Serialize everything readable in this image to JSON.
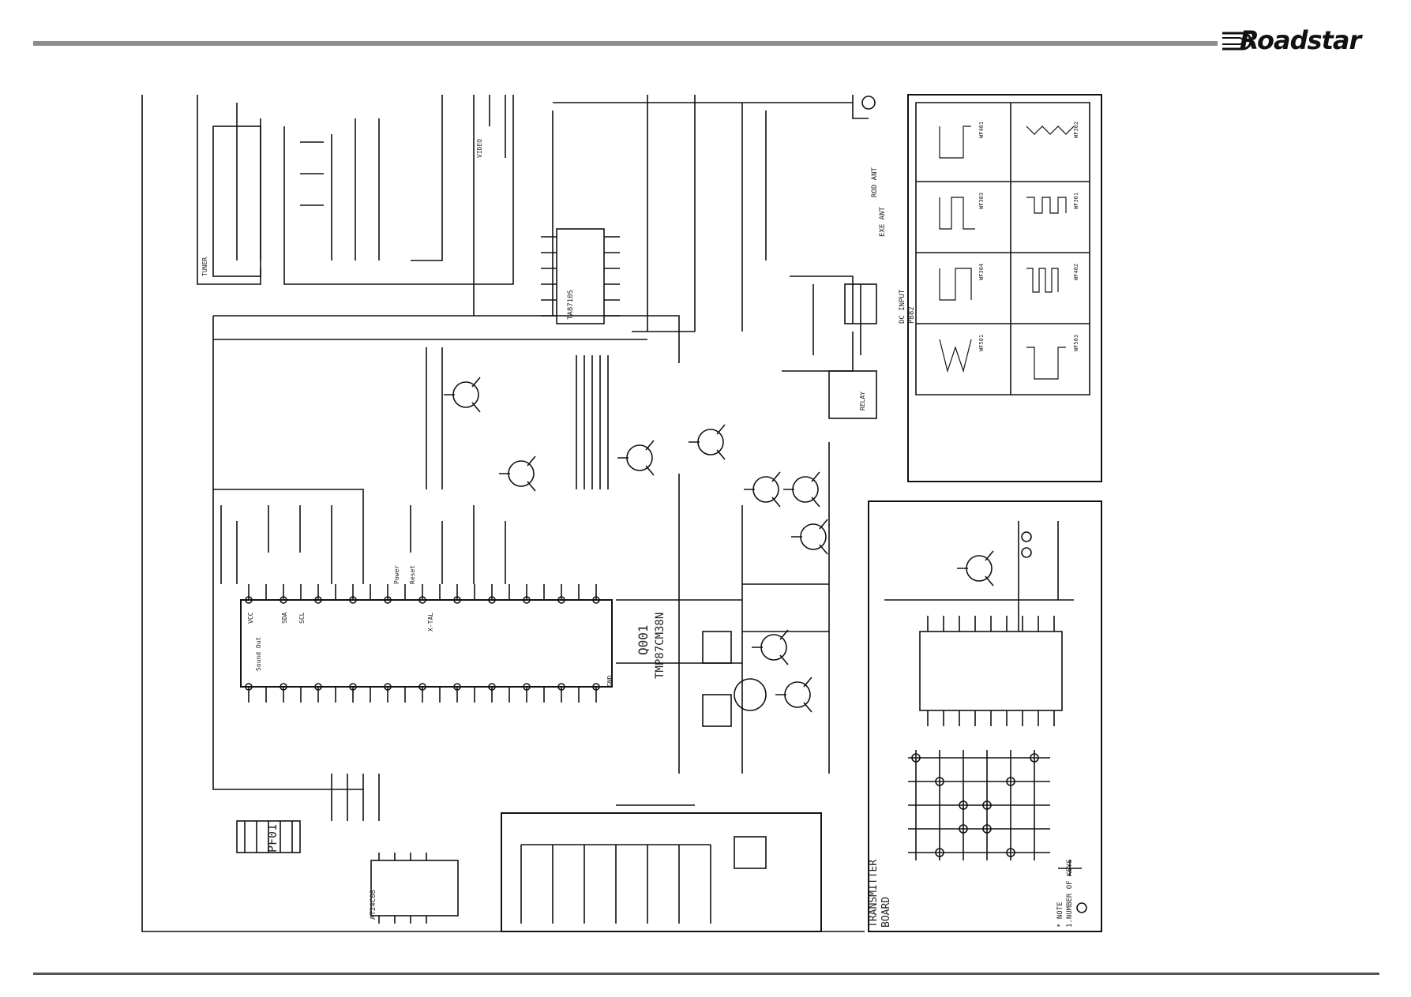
{
  "brand": {
    "name": "Roadstar"
  },
  "labels": {
    "ic_main": "Q001",
    "ic_main_part": "TMP87CM38N",
    "connector_pf": "PF01",
    "transmitter_1": "TRANSMITTER",
    "transmitter_2": "BOARD",
    "sif_converter": "TA8710S",
    "dc_input": "DC INPUT",
    "dc_input_ref": "P882",
    "rod_ant": "ROD ANT",
    "ext_ant": "EXE ANT",
    "eeprom": "AT24C08",
    "note_1": "* NOTE",
    "note_2": "1.NUMBER OF KEYS",
    "relay": "RELAY",
    "tuner": "TUNER",
    "x_tal": "X-TAL",
    "video": "VIDEO",
    "sound_out": "Sound Out",
    "reset": "Reset",
    "power": "Power",
    "gnd": "GND",
    "vcc": "VCC",
    "sda": "SDA",
    "scl": "SCL"
  },
  "waveforms": [
    {
      "id": "WF401"
    },
    {
      "id": "WF302"
    },
    {
      "id": "WF303"
    },
    {
      "id": "WF301"
    },
    {
      "id": "WF304"
    },
    {
      "id": "WF402"
    },
    {
      "id": "WF501"
    },
    {
      "id": "WF503"
    }
  ],
  "colors": {
    "rule": "#8c8c8c",
    "ink": "#111111"
  }
}
